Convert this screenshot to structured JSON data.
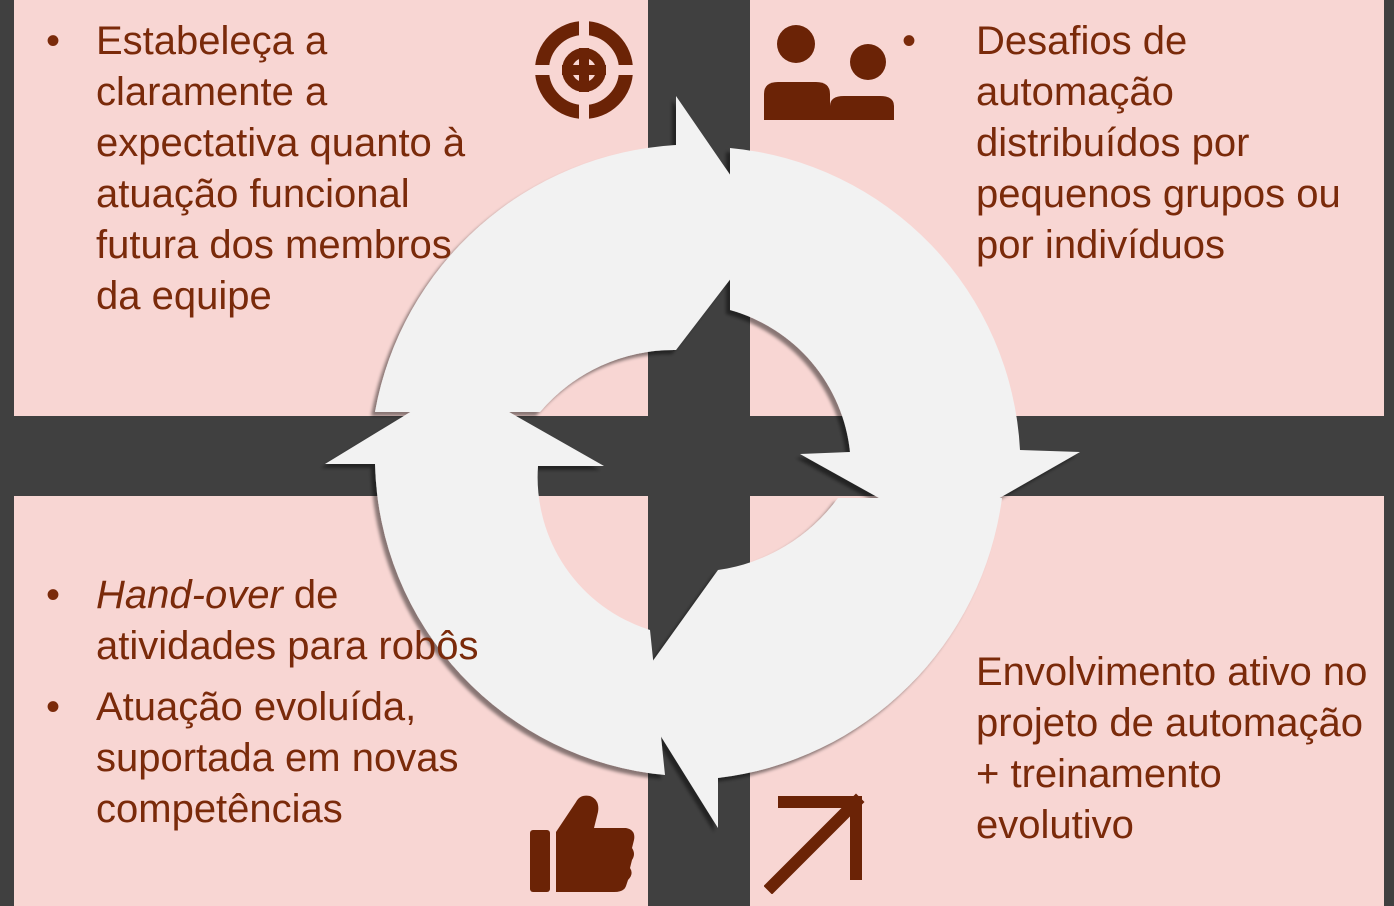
{
  "quadrants": {
    "top_left": {
      "items": [
        "Estabeleça a claramente a expectativa quanto à atuação funcional futura dos membros da equipe"
      ],
      "icon": "target-icon"
    },
    "top_right": {
      "items": [
        "Desafios de automação distribuídos por pequenos grupos ou por indivíduos"
      ],
      "icon": "people-icon"
    },
    "bottom_left": {
      "item1_italic": "Hand-over",
      "item1_rest": " de atividades para robôs",
      "item2": "Atuação evoluída, suportada em novas competências",
      "icon": "thumbs-up-icon"
    },
    "bottom_right": {
      "text": "Envolvimento ativo no projeto de automação + treinamento evolutivo",
      "icon": "arrow-up-right-icon"
    }
  },
  "colors": {
    "background": "#404040",
    "panel": "#f8d6d3",
    "text": "#7a2a0a",
    "icon": "#6b2306",
    "cycle_arrow": "#f2f2f2"
  }
}
